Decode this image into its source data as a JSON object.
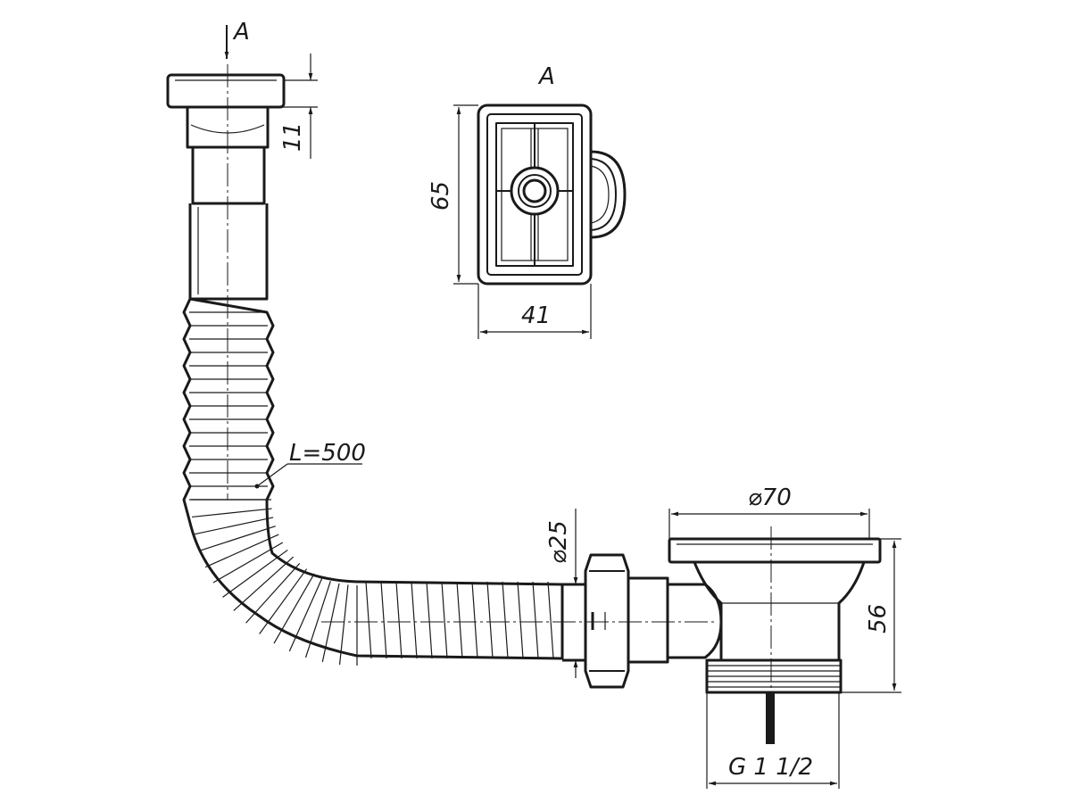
{
  "view_label": "A",
  "view_title": "A",
  "dimensions": {
    "top_height": "11",
    "grate_height": "65",
    "grate_width": "41",
    "hose_length": "L=500",
    "pipe_diameter": "⌀25",
    "strainer_diameter": "⌀70",
    "strainer_height": "56",
    "thread": "G 1 1/2"
  }
}
